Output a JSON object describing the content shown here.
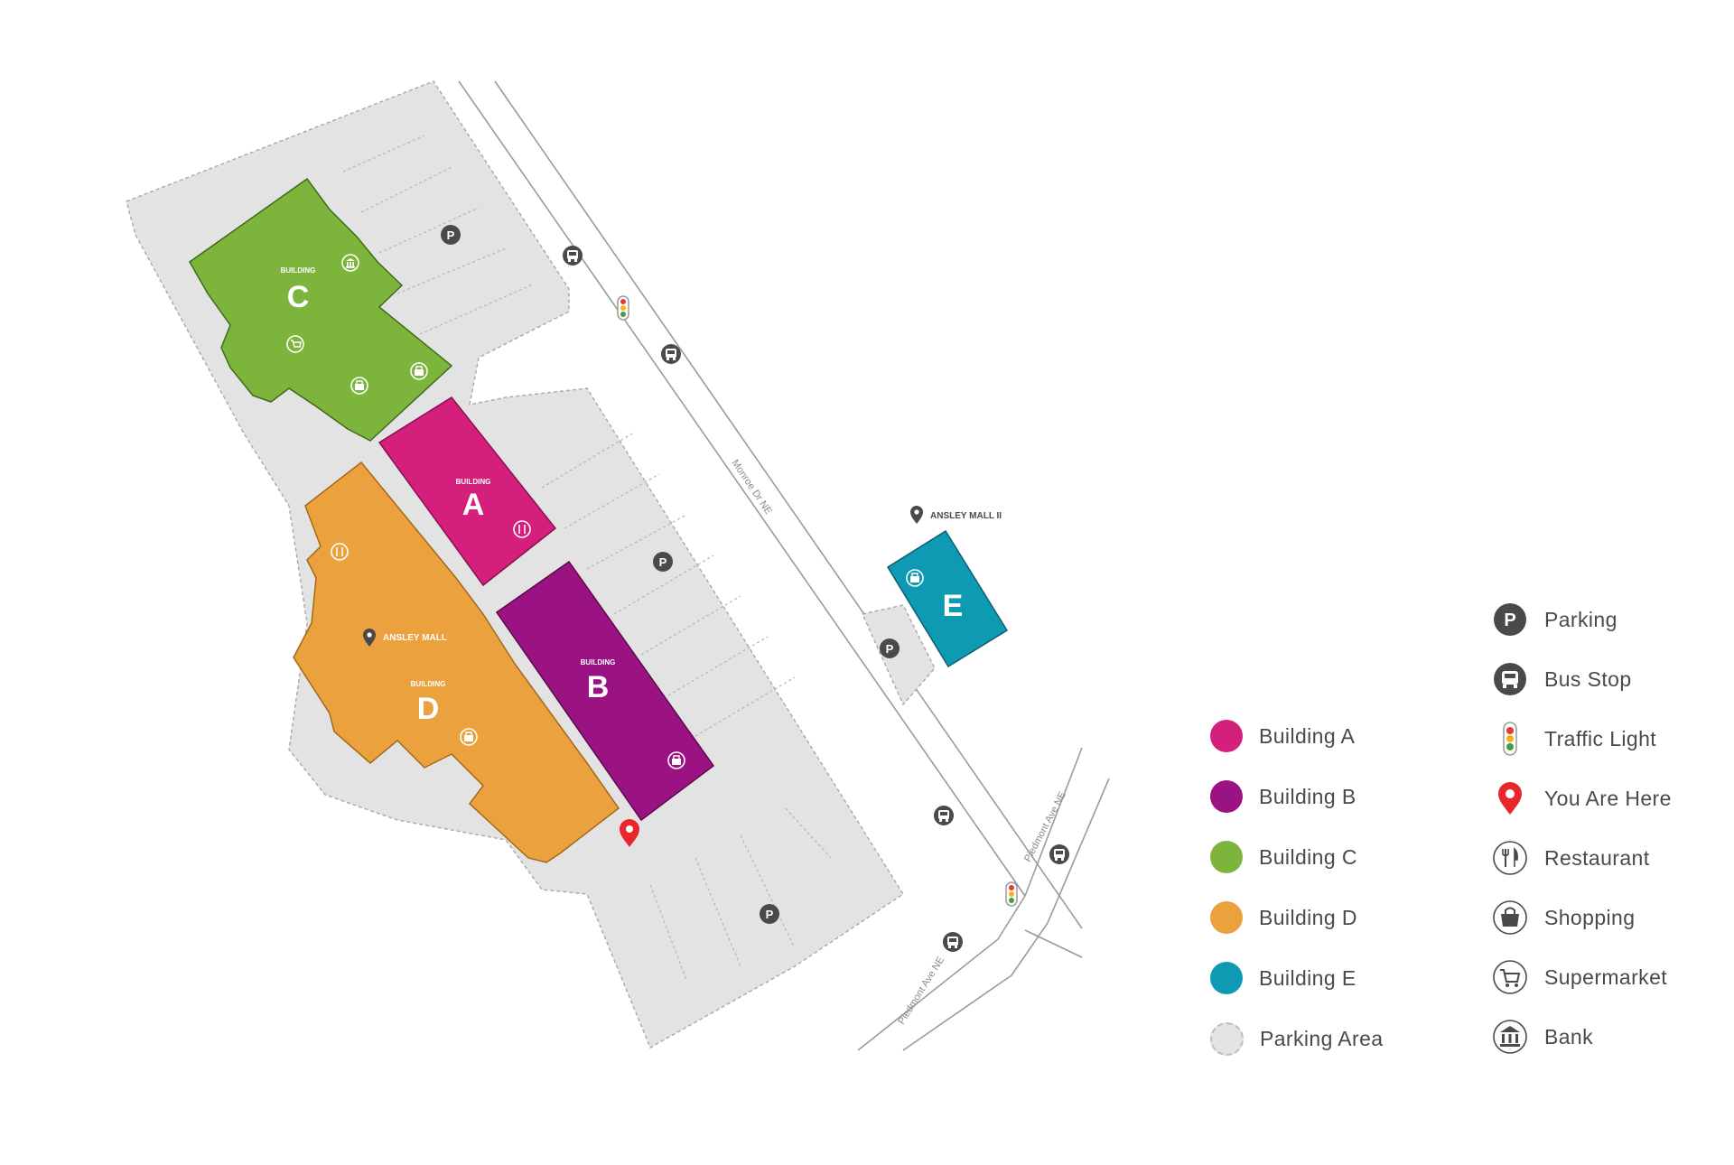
{
  "map": {
    "buildings": [
      {
        "id": "A",
        "caption": "BUILDING",
        "letter": "A",
        "color": "#d41f7c"
      },
      {
        "id": "B",
        "caption": "BUILDING",
        "letter": "B",
        "color": "#9b1383"
      },
      {
        "id": "C",
        "caption": "BUILDING",
        "letter": "C",
        "color": "#7db53c"
      },
      {
        "id": "D",
        "caption": "BUILDING",
        "letter": "D",
        "color": "#eba13d"
      },
      {
        "id": "E",
        "letter": "E",
        "color": "#0f9ab3"
      }
    ],
    "places": {
      "ansley_mall": "ANSLEY MALL",
      "ansley_mall_ii": "ANSLEY MALL II"
    },
    "streets": {
      "monroe": "Monroe Dr NE",
      "piedmont_north": "Piedmont Ave NE",
      "piedmont_south": "Piedmont Ave NE"
    },
    "parking_marker": "P",
    "parking_area_color": "#e3e3e3",
    "you_are_here_color": "#e8262c"
  },
  "legend": {
    "buildings": [
      {
        "label": "Building A",
        "color": "#d41f7c"
      },
      {
        "label": "Building B",
        "color": "#9b1383"
      },
      {
        "label": "Building C",
        "color": "#7db53c"
      },
      {
        "label": "Building D",
        "color": "#eba13d"
      },
      {
        "label": "Building E",
        "color": "#0f9ab3"
      },
      {
        "label": "Parking Area",
        "color": "#e3e3e3"
      }
    ],
    "icons": [
      {
        "label": "Parking",
        "icon": "parking-icon"
      },
      {
        "label": "Bus Stop",
        "icon": "bus-stop-icon"
      },
      {
        "label": "Traffic Light",
        "icon": "traffic-light-icon"
      },
      {
        "label": "You Are Here",
        "icon": "you-are-here-icon"
      },
      {
        "label": "Restaurant",
        "icon": "restaurant-icon"
      },
      {
        "label": "Shopping",
        "icon": "shopping-icon"
      },
      {
        "label": "Supermarket",
        "icon": "supermarket-icon"
      },
      {
        "label": "Bank",
        "icon": "bank-icon"
      }
    ]
  }
}
